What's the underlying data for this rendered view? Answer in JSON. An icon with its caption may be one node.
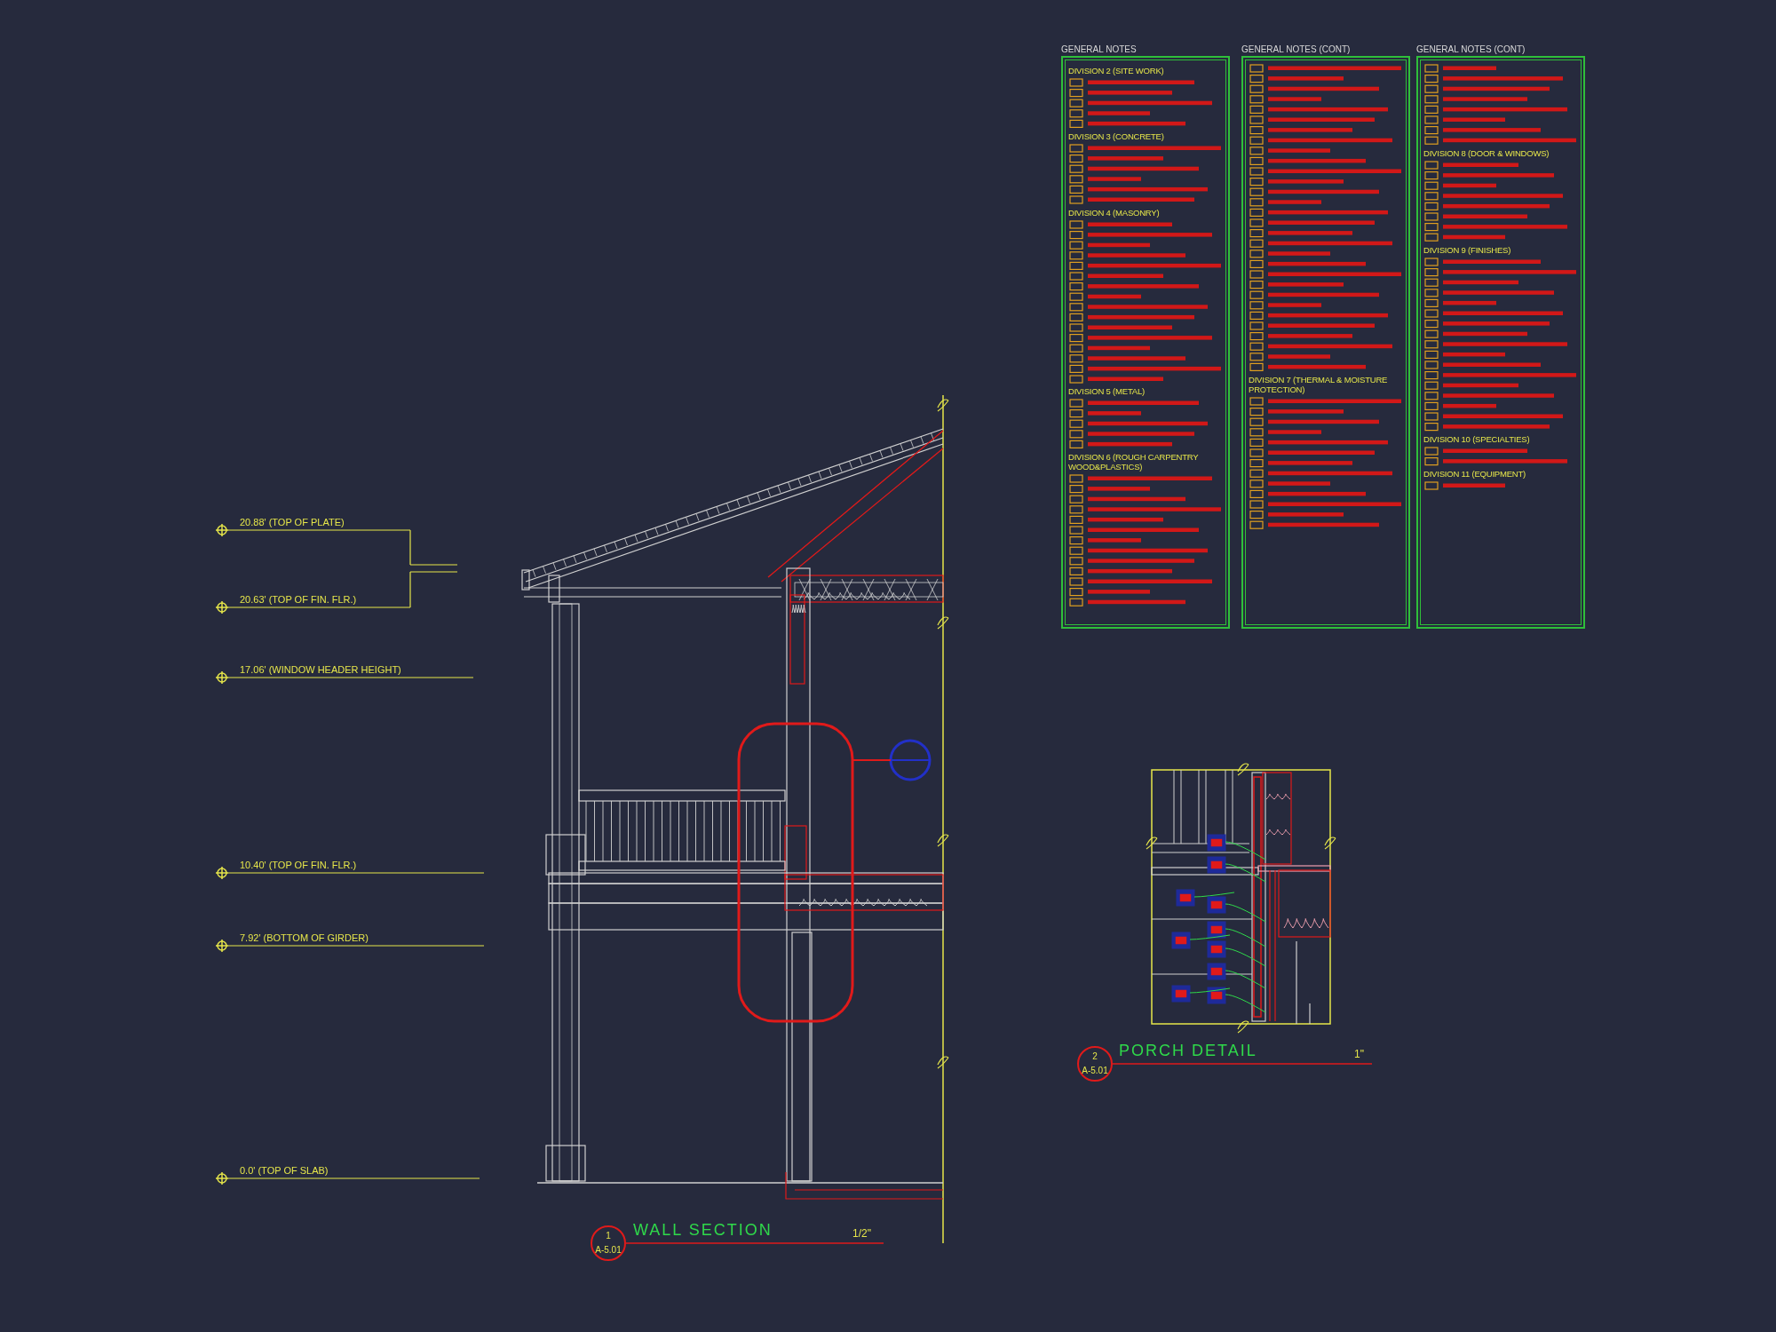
{
  "diagram": {
    "nodes": [
      {
        "text": [
          "GENERAL NOTES",
          "DIVISION 2 (SITE WORK)",
          "DIVISION 3 (CONCRETE)",
          "DIVISION 4 (MASONRY)",
          "DIVISION 5 (METAL)",
          "DIVISION 6 (ROUGH CARPENTRY WOOD&PLASTICS)"
        ]
      },
      {
        "text": [
          "GENERAL NOTES (CONT)",
          "DIVISION 7 (THERMAL & MOISTURE PROTECTION)"
        ]
      },
      {
        "text": [
          "GENERAL NOTES (CONT)",
          "DIVISION 8 (DOOR & WINDOWS)",
          "DIVISION 9 (FINISHES)",
          "DIVISION 10 (SPECIALTIES)",
          "DIVISION 11 (EQUIPMENT)"
        ]
      },
      {
        "text": [],
        "shape": "box"
      },
      {
        "text": [],
        "shape": "circle"
      }
    ],
    "edges": [
      {
        "from": 4,
        "to": 3,
        "arrow": "none",
        "color": "#e01a1a"
      }
    ],
    "labels": [
      "20.88' (TOP OF PLATE)",
      "20.63' (TOP OF FIN. FLR.)",
      "17.06' (WINDOW HEADER HEIGHT)",
      "10.40' (TOP OF FIN. FLR.)",
      "7.92' (BOTTOM OF GIRDER)",
      "0.0' (TOP OF SLAB)",
      "1",
      "A-5.01",
      "WALL SECTION",
      "1/2\"",
      "2",
      "A-5.01",
      "PORCH DETAIL",
      "1\""
    ]
  }
}
